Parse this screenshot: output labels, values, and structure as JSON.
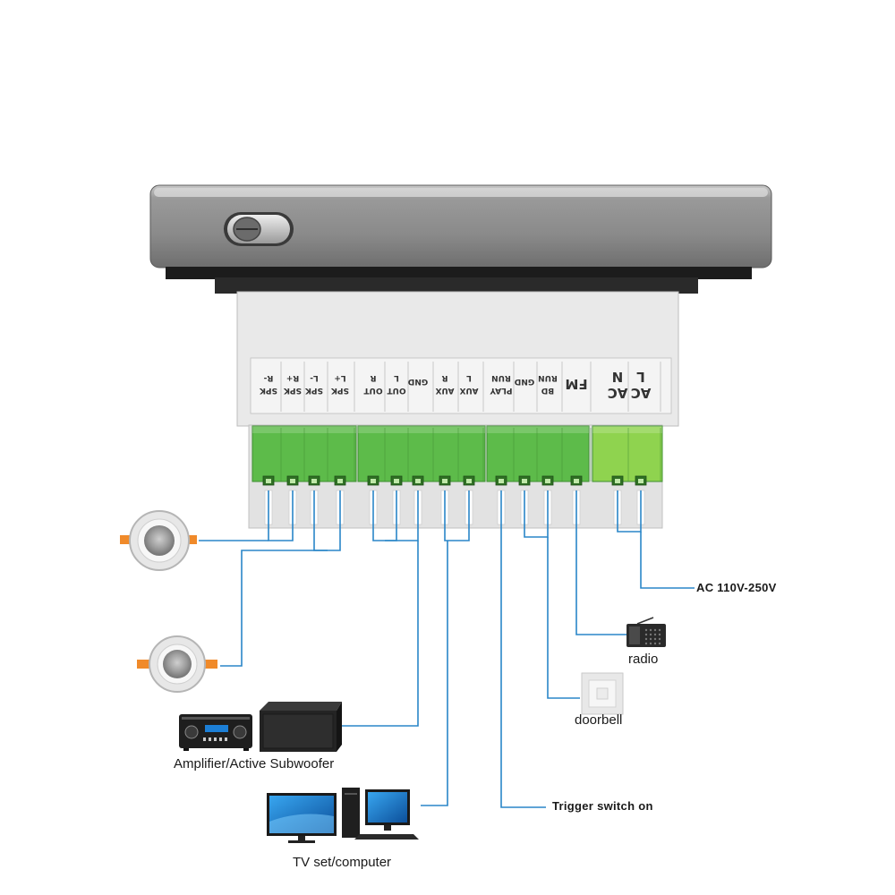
{
  "terminals": [
    {
      "id": "spk-r-minus",
      "label": "SPK R-"
    },
    {
      "id": "spk-r-plus",
      "label": "SPK R+"
    },
    {
      "id": "spk-l-minus",
      "label": "SPK L-"
    },
    {
      "id": "spk-l-plus",
      "label": "SPK L+"
    },
    {
      "id": "out-r",
      "label": "OUT R"
    },
    {
      "id": "out-l",
      "label": "OUT L"
    },
    {
      "id": "gnd-1",
      "label": "GND"
    },
    {
      "id": "aux-r",
      "label": "AUX R"
    },
    {
      "id": "aux-l",
      "label": "AUX L"
    },
    {
      "id": "play-run",
      "label": "PLAY RUN"
    },
    {
      "id": "gnd-2",
      "label": "GND"
    },
    {
      "id": "bd-run",
      "label": "BD RUN"
    },
    {
      "id": "fm",
      "label": "FM"
    },
    {
      "id": "ac-n",
      "label": "AC N"
    },
    {
      "id": "ac-l",
      "label": "AC L"
    }
  ],
  "labels": {
    "ac_power": "AC 110V-250V",
    "radio": "radio",
    "doorbell": "doorbell",
    "amplifier": "Amplifier/Active Subwoofer",
    "trigger": "Trigger switch on",
    "tv_computer": "TV set/computer"
  },
  "colors": {
    "wire": "#2a86c8",
    "connector_green": "#5dbb4a",
    "connector_light_green": "#8fd34f",
    "housing": "#e6e6e6",
    "bezel": "#8a8a8a"
  }
}
